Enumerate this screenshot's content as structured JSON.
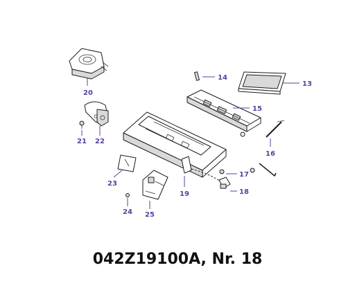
{
  "caption": "042Z19100A, Nr. 18",
  "callouts": {
    "n13": "13",
    "n14": "14",
    "n15": "15",
    "n16": "16",
    "n17": "17",
    "n18": "18",
    "n19": "19",
    "n20": "20",
    "n21": "21",
    "n22": "22",
    "n23": "23",
    "n24": "24",
    "n25": "25"
  },
  "colors": {
    "callout": "#5b3fa0",
    "line": "#1c1c1c"
  }
}
